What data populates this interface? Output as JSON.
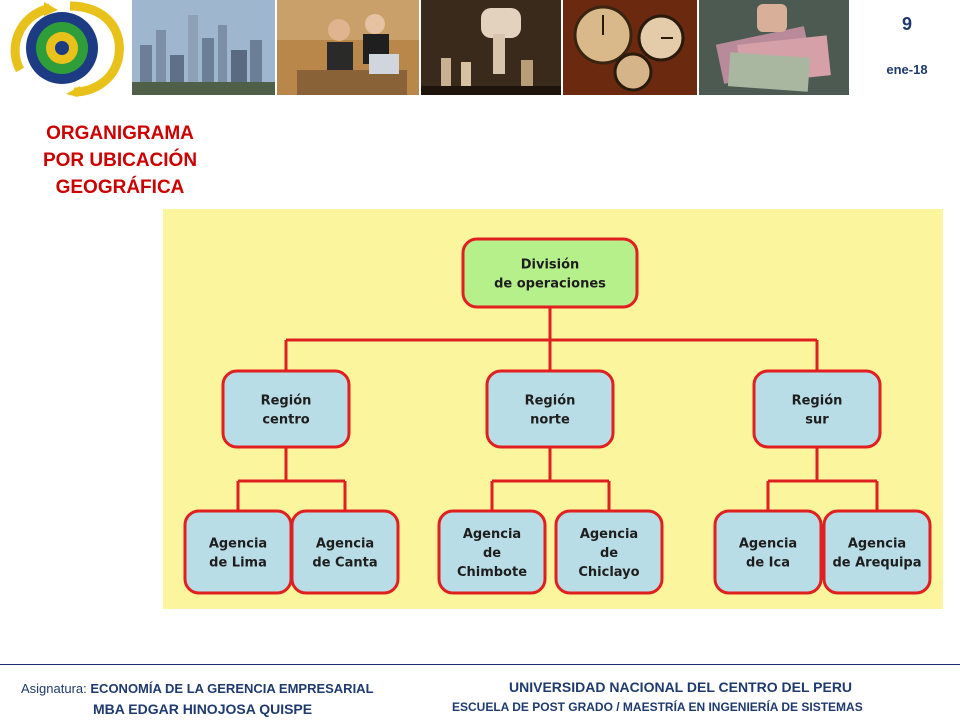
{
  "header": {
    "slide_number": "9",
    "slide_date": "ene-18"
  },
  "title": {
    "lines": [
      "ORGANIGRAMA",
      "POR UBICACIÓN",
      "GEOGRÁFICA"
    ]
  },
  "org_chart": {
    "root": {
      "lines": [
        "División",
        "de operaciones"
      ]
    },
    "regions": [
      {
        "lines": [
          "Región",
          "centro"
        ],
        "agencies": [
          {
            "lines": [
              "Agencia",
              "de Lima"
            ]
          },
          {
            "lines": [
              "Agencia",
              "de Canta"
            ]
          }
        ]
      },
      {
        "lines": [
          "Región",
          "norte"
        ],
        "agencies": [
          {
            "lines": [
              "Agencia",
              "de",
              "Chimbote"
            ]
          },
          {
            "lines": [
              "Agencia",
              "de",
              "Chiclayo"
            ]
          }
        ]
      },
      {
        "lines": [
          "Región",
          "sur"
        ],
        "agencies": [
          {
            "lines": [
              "Agencia",
              "de Ica"
            ]
          },
          {
            "lines": [
              "Agencia",
              "de Arequipa"
            ]
          }
        ]
      }
    ],
    "colors": {
      "background": "#fbf59e",
      "root_fill": "#b6f08a",
      "node_fill": "#b9dde6",
      "border": "#e02020",
      "text": "#1e1e1e"
    }
  },
  "footer": {
    "course_label": "Asignatura:",
    "course_name": "ECONOMÍA DE LA GERENCIA EMPRESARIAL",
    "instructor": "MBA EDGAR HINOJOSA QUISPE",
    "university": "UNIVERSIDAD NACIONAL DEL CENTRO DEL PERU",
    "school": "ESCUELA DE POST GRADO / MAESTRÍA EN INGENIERÍA DE SISTEMAS"
  }
}
